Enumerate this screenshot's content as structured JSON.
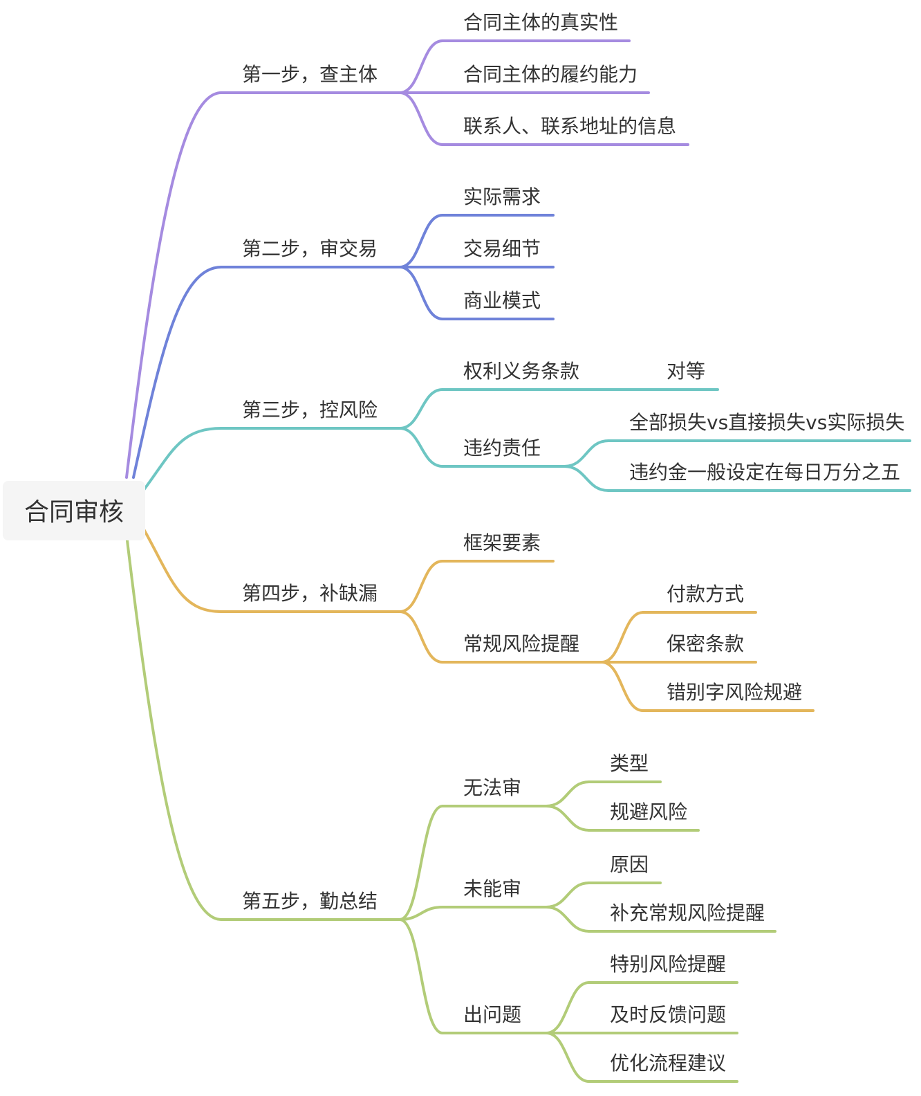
{
  "root": {
    "label": "合同审核"
  },
  "colors": {
    "step1": "#a58be0",
    "step2": "#6f82d9",
    "step3": "#6ec6c3",
    "step4": "#e3b65b",
    "step5": "#b2cc78",
    "text": "#333333",
    "root_bg": "#f5f5f5"
  },
  "steps": [
    {
      "label": "第一步，查主体",
      "color_key": "step1",
      "children": [
        {
          "label": "合同主体的真实性"
        },
        {
          "label": "合同主体的履约能力"
        },
        {
          "label": "联系人、联系地址的信息"
        }
      ]
    },
    {
      "label": "第二步，审交易",
      "color_key": "step2",
      "children": [
        {
          "label": "实际需求"
        },
        {
          "label": "交易细节"
        },
        {
          "label": "商业模式"
        }
      ]
    },
    {
      "label": "第三步，控风险",
      "color_key": "step3",
      "children": [
        {
          "label": "权利义务条款",
          "children": [
            {
              "label": "对等"
            }
          ]
        },
        {
          "label": "违约责任",
          "children": [
            {
              "label": "全部损失vs直接损失vs实际损失"
            },
            {
              "label": "违约金一般设定在每日万分之五"
            }
          ]
        }
      ]
    },
    {
      "label": "第四步，补缺漏",
      "color_key": "step4",
      "children": [
        {
          "label": "框架要素"
        },
        {
          "label": "常规风险提醒",
          "children": [
            {
              "label": "付款方式"
            },
            {
              "label": "保密条款"
            },
            {
              "label": "错别字风险规避"
            }
          ]
        }
      ]
    },
    {
      "label": "第五步，勤总结",
      "color_key": "step5",
      "children": [
        {
          "label": "无法审",
          "children": [
            {
              "label": "类型"
            },
            {
              "label": "规避风险"
            }
          ]
        },
        {
          "label": "未能审",
          "children": [
            {
              "label": "原因"
            },
            {
              "label": "补充常规风险提醒"
            }
          ]
        },
        {
          "label": "出问题",
          "children": [
            {
              "label": "特别风险提醒"
            },
            {
              "label": "及时反馈问题"
            },
            {
              "label": "优化流程建议"
            }
          ]
        }
      ]
    }
  ]
}
